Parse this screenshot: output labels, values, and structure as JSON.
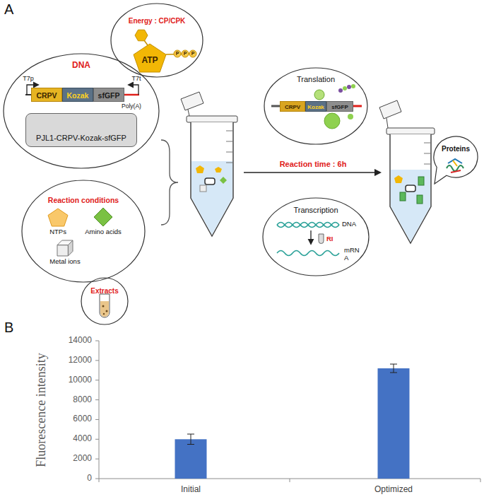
{
  "diagram": {
    "nodes": [
      {
        "text": [
          "Energy : CP/CPK"
        ]
      },
      {
        "text": [
          "ATP"
        ],
        "in": 0
      },
      {
        "text": [
          "DNA"
        ]
      },
      {
        "text": [
          "PJL1-CRPV-Kozak-sfGFP"
        ],
        "in": 2
      },
      {
        "text": [
          "CRPV"
        ],
        "in": 2
      },
      {
        "text": [
          "Kozak"
        ],
        "in": 2
      },
      {
        "text": [
          "sfGFP"
        ],
        "in": 2
      },
      {
        "text": [
          "Reaction conditions"
        ]
      },
      {
        "text": [
          "NTPs"
        ],
        "in": 7
      },
      {
        "text": [
          "Amino acids"
        ],
        "in": 7
      },
      {
        "text": [
          "Metal ions"
        ],
        "in": 7
      },
      {
        "text": [
          "Extracts"
        ]
      },
      {
        "text": [
          "Translation"
        ]
      },
      {
        "text": [
          "CRPV"
        ],
        "in": 12
      },
      {
        "text": [
          "Kozak"
        ],
        "in": 12
      },
      {
        "text": [
          "sfGFP"
        ],
        "in": 12
      },
      {
        "text": [
          "Transcription"
        ]
      },
      {
        "text": [
          "Proteins"
        ]
      }
    ],
    "labels": [
      "A",
      "P",
      "P",
      "P",
      "T7p",
      "T7t",
      "Poly(A)",
      "Reaction time : 6h",
      "DNA",
      "RI",
      "mRN A",
      "B",
      "14000",
      "12000",
      "10000",
      "8000",
      "6000",
      "4000",
      "2000",
      "0",
      "Fluorescence intensity",
      "Initial",
      "Optimized"
    ]
  }
}
